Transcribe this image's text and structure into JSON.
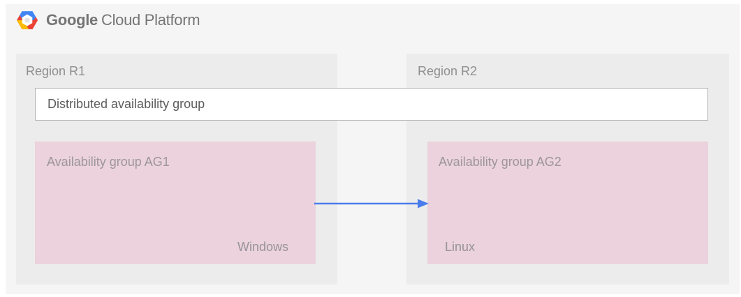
{
  "header": {
    "brand_primary": "Google",
    "brand_secondary": "Cloud Platform",
    "logo": {
      "name": "google-cloud-platform-hexagon-logo",
      "blue": "#4285f4",
      "red": "#ea4335",
      "yellow": "#fbbc05"
    }
  },
  "diagram": {
    "region1": {
      "label": "Region R1"
    },
    "region2": {
      "label": "Region R2"
    },
    "distributed_group": {
      "label": "Distributed availability group"
    },
    "ag1": {
      "label": "Availability group AG1",
      "os": "Windows"
    },
    "ag2": {
      "label": "Availability group AG2",
      "os": "Linux"
    },
    "arrow": {
      "direction": "ag1-to-ag2",
      "color": "#4a7dec"
    }
  },
  "colors": {
    "page_background": "#f5f5f6",
    "region_background": "#ececec",
    "availability_group_background": "#ebd2dd",
    "distributed_box_border": "#b3b3b3",
    "muted_label_text": "#8f8f8f",
    "dark_label_text": "#5c5c5c",
    "brand_text": "#757575"
  }
}
